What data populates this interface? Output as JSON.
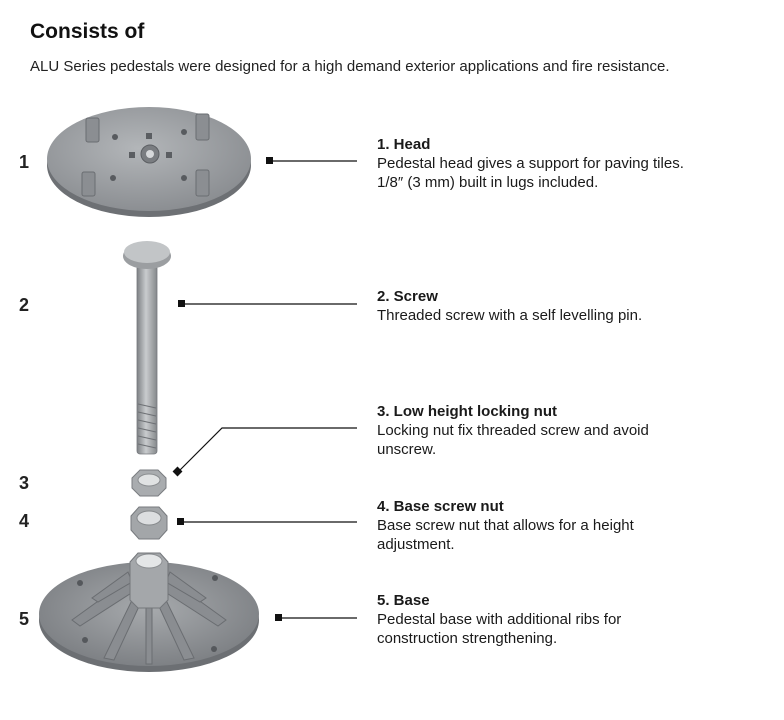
{
  "header": {
    "title": "Consists of",
    "subtitle": "ALU Series pedestals were designed for a high demand exterior applications and fire resistance."
  },
  "parts": [
    {
      "number": "1",
      "title": "1. Head",
      "description": "Pedestal head gives a support for paving tiles.\n1/8″ (3 mm) built in lugs included."
    },
    {
      "number": "2",
      "title": "2. Screw",
      "description": "Threaded screw with a self levelling pin."
    },
    {
      "number": "3",
      "title": "3. Low height locking nut",
      "description": "Locking nut fix threaded screw and avoid\nunscrew."
    },
    {
      "number": "4",
      "title": "4. Base screw nut",
      "description": "Base screw nut that allows for a height\nadjustment."
    },
    {
      "number": "5",
      "title": "5. Base",
      "description": "Pedestal base with additional ribs for\nconstruction strengthening."
    }
  ],
  "colors": {
    "metal": "#9ea1a4",
    "metal_dark": "#6f7276",
    "leader": "#111111"
  }
}
